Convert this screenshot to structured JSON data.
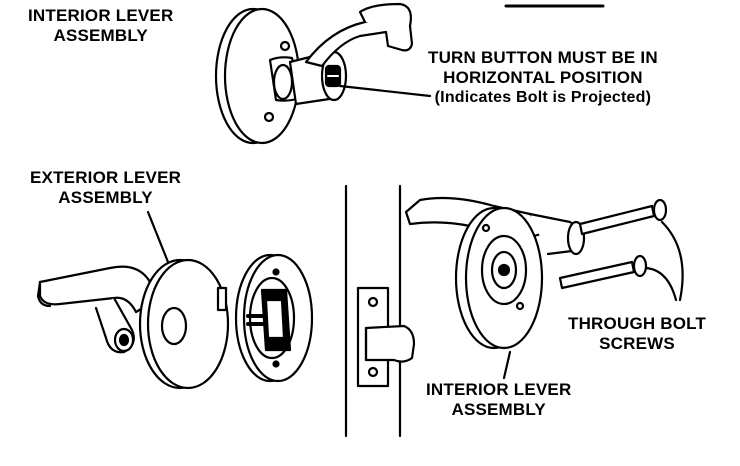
{
  "labels": {
    "interior_lever_top": [
      "INTERIOR LEVER",
      "ASSEMBLY"
    ],
    "turn_button": [
      "TURN BUTTON MUST BE IN",
      "HORIZONTAL POSITION",
      "(Indicates Bolt is Projected)"
    ],
    "exterior_lever": [
      "EXTERIOR LEVER",
      "ASSEMBLY"
    ],
    "through_bolt": [
      "THROUGH BOLT",
      "SCREWS"
    ],
    "interior_lever_bottom": [
      "INTERIOR LEVER",
      "ASSEMBLY"
    ]
  },
  "colors": {
    "ink": "#000000",
    "paper": "#ffffff"
  }
}
